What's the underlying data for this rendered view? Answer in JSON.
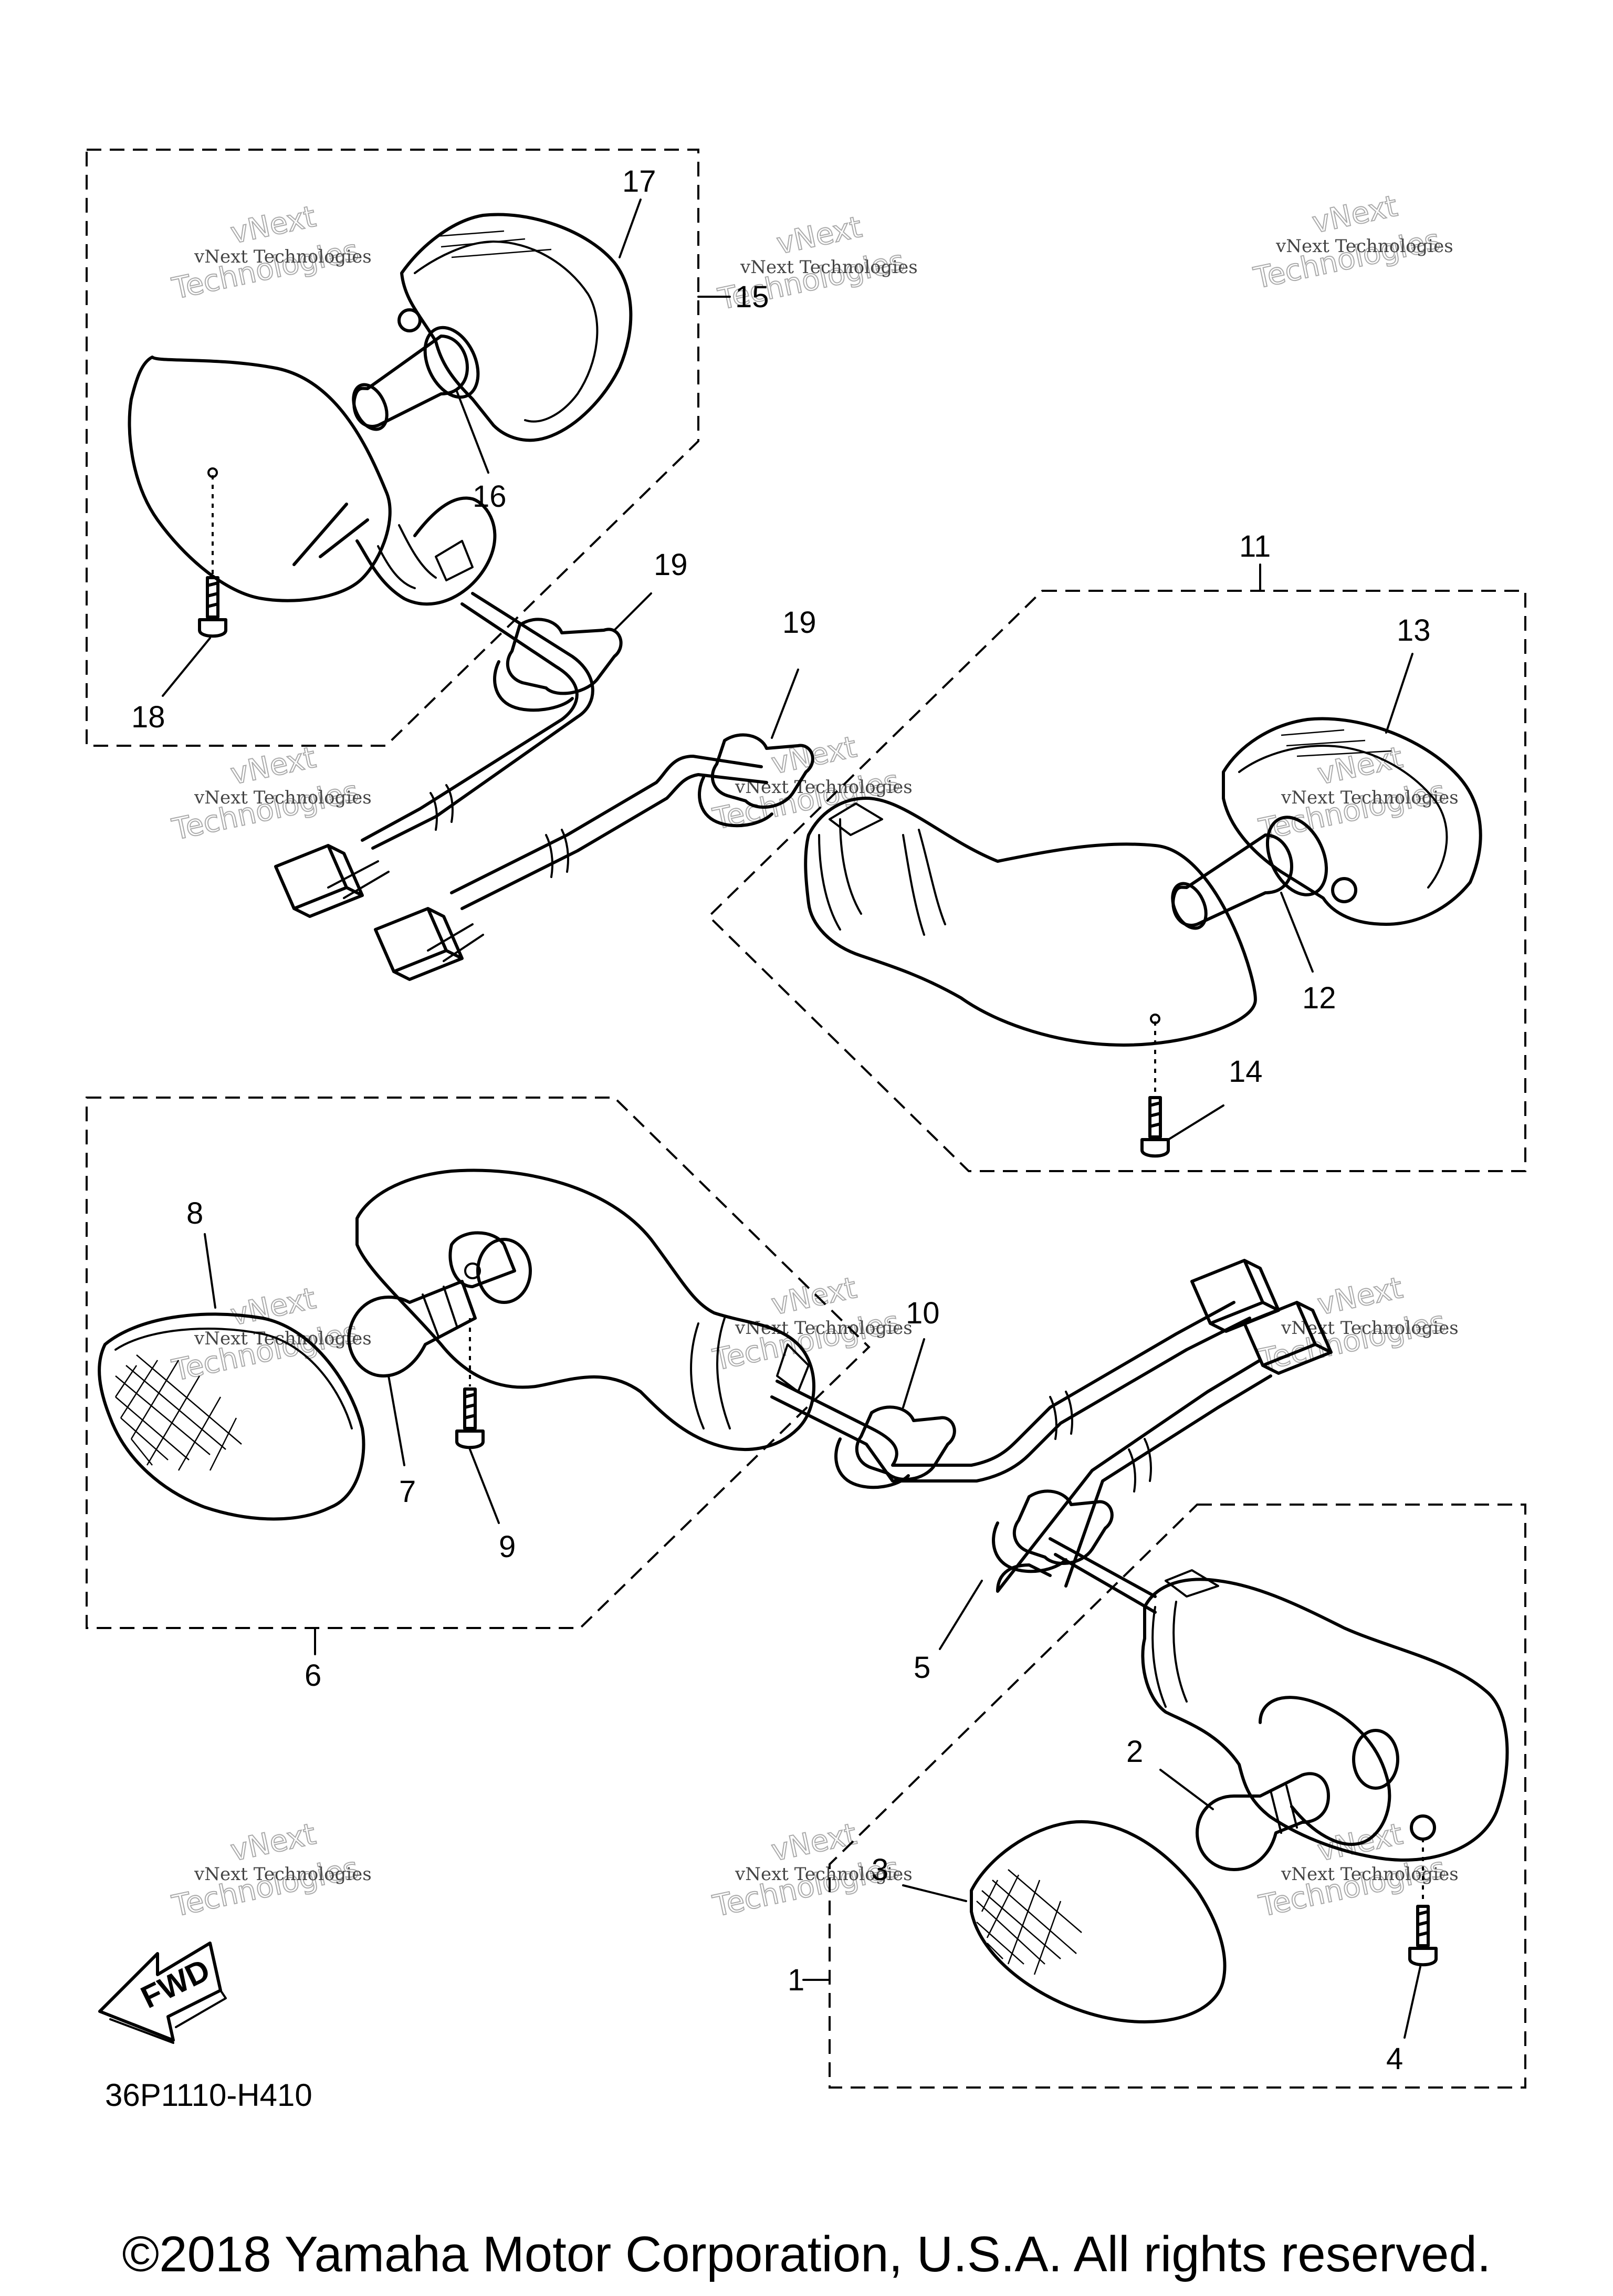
{
  "callouts": [
    "1",
    "2",
    "3",
    "4",
    "5",
    "6",
    "7",
    "8",
    "9",
    "10",
    "11",
    "12",
    "13",
    "14",
    "15",
    "16",
    "17",
    "18",
    "19",
    "19"
  ],
  "watermark": {
    "line1": "vNext Technologies",
    "line2": "Technologies",
    "line3": "vNext"
  },
  "fwd_label": "FWD",
  "diagram_code": "36P1110-H410",
  "copyright": "©2018 Yamaha Motor Corporation, U.S.A. All rights reserved."
}
